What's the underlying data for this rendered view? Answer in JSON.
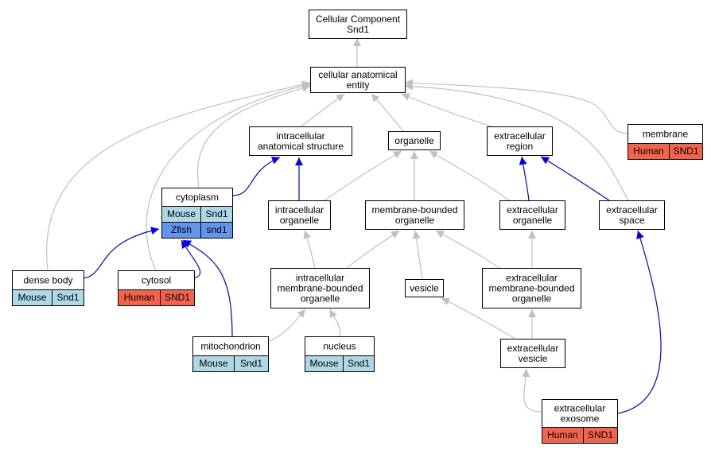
{
  "colors": {
    "gray_edge": "#c0c0c0",
    "blue_edge": "#0000ee",
    "mouse": "#add8e6",
    "human": "#f4624a",
    "zfish": "#6495ed"
  },
  "nodes": [
    {
      "id": "cc",
      "lines": [
        "Cellular Component",
        "Snd1"
      ]
    },
    {
      "id": "cae",
      "lines": [
        "cellular anatomical",
        "entity"
      ]
    },
    {
      "id": "ias",
      "lines": [
        "intracellular",
        "anatomical structure"
      ]
    },
    {
      "id": "org",
      "lines": [
        "organelle"
      ]
    },
    {
      "id": "exr",
      "lines": [
        "extracellular",
        "region"
      ]
    },
    {
      "id": "mem",
      "lines": [
        "membrane"
      ],
      "annot": [
        {
          "org": "Human",
          "gene": "SND1",
          "color": "human"
        }
      ]
    },
    {
      "id": "cyt",
      "lines": [
        "cytoplasm"
      ],
      "annot": [
        {
          "org": "Mouse",
          "gene": "Snd1",
          "color": "mouse"
        },
        {
          "org": "Zfish",
          "gene": "snd1",
          "color": "zfish"
        }
      ]
    },
    {
      "id": "ino",
      "lines": [
        "intracellular",
        "organelle"
      ]
    },
    {
      "id": "mbo",
      "lines": [
        "membrane-bounded",
        "organelle"
      ]
    },
    {
      "id": "exo",
      "lines": [
        "extracellular",
        "organelle"
      ]
    },
    {
      "id": "exs",
      "lines": [
        "extracellular",
        "space"
      ]
    },
    {
      "id": "dnb",
      "lines": [
        "dense body"
      ],
      "annot": [
        {
          "org": "Mouse",
          "gene": "Snd1",
          "color": "mouse"
        }
      ]
    },
    {
      "id": "cys",
      "lines": [
        "cytosol"
      ],
      "annot": [
        {
          "org": "Human",
          "gene": "SND1",
          "color": "human"
        }
      ]
    },
    {
      "id": "imb",
      "lines": [
        "intracellular",
        "membrane-bounded",
        "organelle"
      ]
    },
    {
      "id": "ves",
      "lines": [
        "vesicle"
      ]
    },
    {
      "id": "emb",
      "lines": [
        "extracellular",
        "membrane-bounded",
        "organelle"
      ]
    },
    {
      "id": "mit",
      "lines": [
        "mitochondrion"
      ],
      "annot": [
        {
          "org": "Mouse",
          "gene": "Snd1",
          "color": "mouse"
        }
      ]
    },
    {
      "id": "nuc",
      "lines": [
        "nucleus"
      ],
      "annot": [
        {
          "org": "Mouse",
          "gene": "Snd1",
          "color": "mouse"
        }
      ]
    },
    {
      "id": "exv",
      "lines": [
        "extracellular",
        "vesicle"
      ]
    },
    {
      "id": "exm",
      "lines": [
        "extracellular",
        "exosome"
      ],
      "annot": [
        {
          "org": "Human",
          "gene": "SND1",
          "color": "human"
        }
      ]
    }
  ],
  "edges": [
    {
      "from": "cae",
      "to": "cc",
      "type": "is_a"
    },
    {
      "from": "ias",
      "to": "cae",
      "type": "is_a"
    },
    {
      "from": "org",
      "to": "cae",
      "type": "is_a"
    },
    {
      "from": "exr",
      "to": "cae",
      "type": "is_a"
    },
    {
      "from": "mem",
      "to": "cae",
      "type": "is_a"
    },
    {
      "from": "cyt",
      "to": "cae",
      "type": "is_a"
    },
    {
      "from": "dnb",
      "to": "cae",
      "type": "is_a"
    },
    {
      "from": "cys",
      "to": "cae",
      "type": "is_a"
    },
    {
      "from": "exs",
      "to": "cae",
      "type": "is_a"
    },
    {
      "from": "cyt",
      "to": "ias",
      "type": "part_of"
    },
    {
      "from": "ino",
      "to": "ias",
      "type": "part_of"
    },
    {
      "from": "ino",
      "to": "org",
      "type": "is_a"
    },
    {
      "from": "mbo",
      "to": "org",
      "type": "is_a"
    },
    {
      "from": "exo",
      "to": "org",
      "type": "is_a"
    },
    {
      "from": "exo",
      "to": "exr",
      "type": "part_of"
    },
    {
      "from": "exs",
      "to": "exr",
      "type": "part_of"
    },
    {
      "from": "dnb",
      "to": "cyt",
      "type": "part_of"
    },
    {
      "from": "cys",
      "to": "cyt",
      "type": "part_of"
    },
    {
      "from": "mit",
      "to": "cyt",
      "type": "part_of"
    },
    {
      "from": "imb",
      "to": "ino",
      "type": "is_a"
    },
    {
      "from": "imb",
      "to": "mbo",
      "type": "is_a"
    },
    {
      "from": "ves",
      "to": "mbo",
      "type": "is_a"
    },
    {
      "from": "emb",
      "to": "mbo",
      "type": "is_a"
    },
    {
      "from": "emb",
      "to": "exo",
      "type": "is_a"
    },
    {
      "from": "mit",
      "to": "imb",
      "type": "is_a"
    },
    {
      "from": "nuc",
      "to": "imb",
      "type": "is_a"
    },
    {
      "from": "exv",
      "to": "ves",
      "type": "is_a"
    },
    {
      "from": "exv",
      "to": "emb",
      "type": "is_a"
    },
    {
      "from": "exm",
      "to": "exv",
      "type": "is_a"
    },
    {
      "from": "exm",
      "to": "exs",
      "type": "part_of"
    }
  ]
}
